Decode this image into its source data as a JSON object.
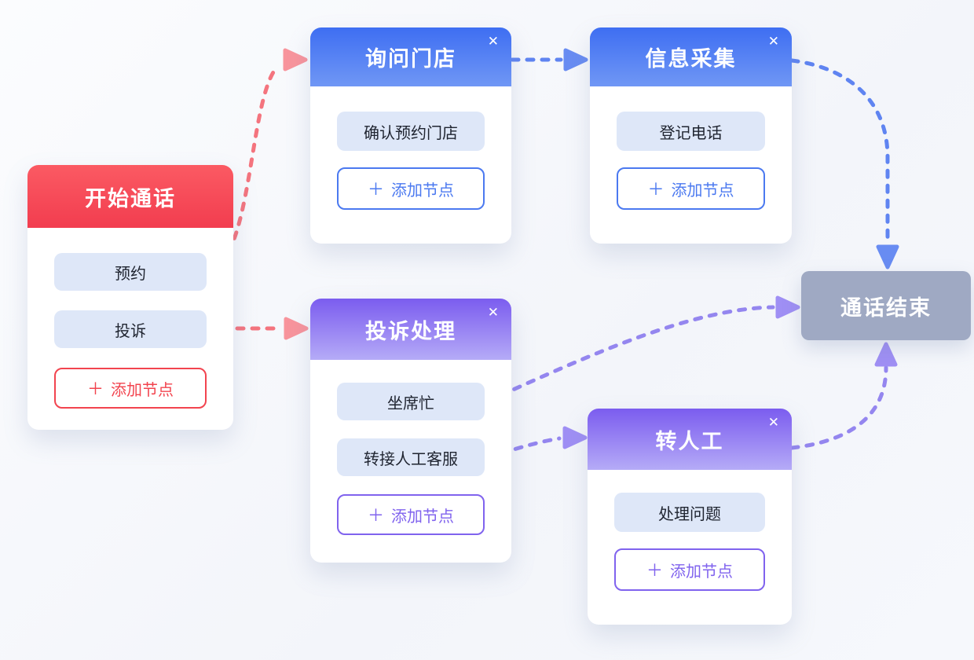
{
  "colors": {
    "red_hdr_top": "#FB5A63",
    "red_hdr_bot": "#F23D4F",
    "blue_hdr_top": "#3E6EF2",
    "blue_hdr_bot": "#7097F5",
    "purple_hdr_top": "#7B5CEF",
    "purple_hdr_bot": "#B5ABF7",
    "end_bg": "#9FA9C3",
    "pill_bg": "#DEE7F8",
    "pill_text": "#1F2430",
    "red_btn": "#F2444F",
    "blue_btn": "#4B79F0",
    "purple_btn": "#8063EE",
    "red_line": "#F4747E",
    "red_arrow": "#F8949C",
    "red_dot": "#F5404F",
    "blue_line": "#5F84F1",
    "blue_arrow": "#688CF2",
    "purple_line": "#9486EF",
    "purple_arrow": "#9F8FF4",
    "purple_dot": "#7963E8"
  },
  "icons": {
    "close": "✕",
    "plus": "＋"
  },
  "nodes": {
    "start": {
      "title": "开始通话",
      "items": [
        "预约",
        "投诉"
      ],
      "add_button": "添加节点"
    },
    "ask": {
      "title": "询问门店",
      "items": [
        "确认预约门店"
      ],
      "add_button": "添加节点"
    },
    "info": {
      "title": "信息采集",
      "items": [
        "登记电话"
      ],
      "add_button": "添加节点"
    },
    "complaint": {
      "title": "投诉处理",
      "items": [
        "坐席忙",
        "转接人工客服"
      ],
      "add_button": "添加节点"
    },
    "transfer": {
      "title": "转人工",
      "items": [
        "处理问题"
      ],
      "add_button": "添加节点"
    }
  },
  "end_node": {
    "title": "通话结束"
  },
  "edges": [
    {
      "from": "开始通话/预约",
      "to": "询问门店",
      "color": "red"
    },
    {
      "from": "开始通话/投诉",
      "to": "投诉处理",
      "color": "red"
    },
    {
      "from": "询问门店",
      "to": "信息采集",
      "color": "blue"
    },
    {
      "from": "信息采集",
      "to": "通话结束",
      "color": "blue"
    },
    {
      "from": "投诉处理/坐席忙",
      "to": "通话结束",
      "color": "purple"
    },
    {
      "from": "投诉处理/转接人工客服",
      "to": "转人工",
      "color": "purple"
    },
    {
      "from": "转人工",
      "to": "通话结束",
      "color": "purple"
    }
  ]
}
